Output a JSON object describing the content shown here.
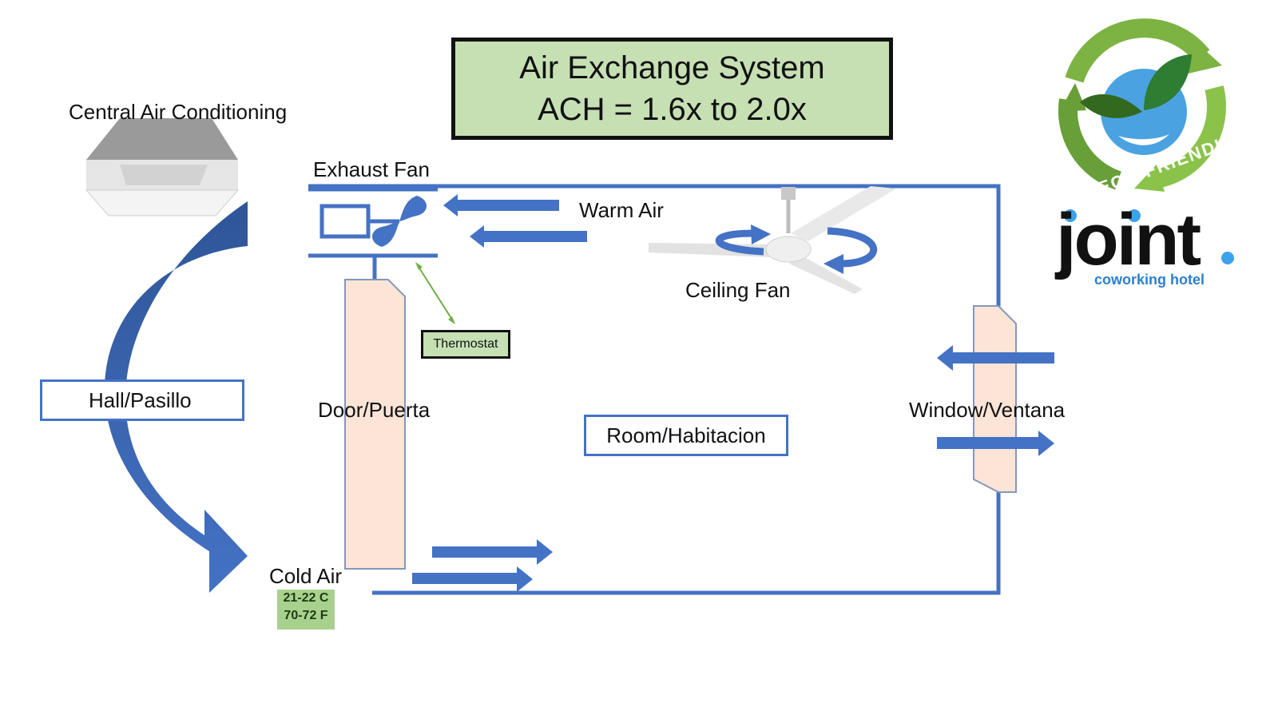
{
  "title": {
    "line1": "Air Exchange System",
    "line2": "ACH = 1.6x to 2.0x"
  },
  "labels": {
    "central_ac": "Central Air Conditioning",
    "exhaust_fan": "Exhaust Fan",
    "warm_air": "Warm Air",
    "ceiling_fan": "Ceiling Fan",
    "thermostat": "Thermostat",
    "hall": "Hall/Pasillo",
    "door": "Door/Puerta",
    "room": "Room/Habitacion",
    "window": "Window/Ventana",
    "cold_air": "Cold Air",
    "temp_c": "21-22 C",
    "temp_f": "70-72 F"
  },
  "logo": {
    "badge_text": "ECO FRIENDLY",
    "brand_word": "joint",
    "brand_tagline": "coworking hotel"
  },
  "colors": {
    "arrow_blue": "#4472c4",
    "title_green": "#c6e0b4",
    "panel_peach": "#fce4d6",
    "temp_green": "#a9d18e",
    "brand_blue": "#2b7fd0"
  }
}
